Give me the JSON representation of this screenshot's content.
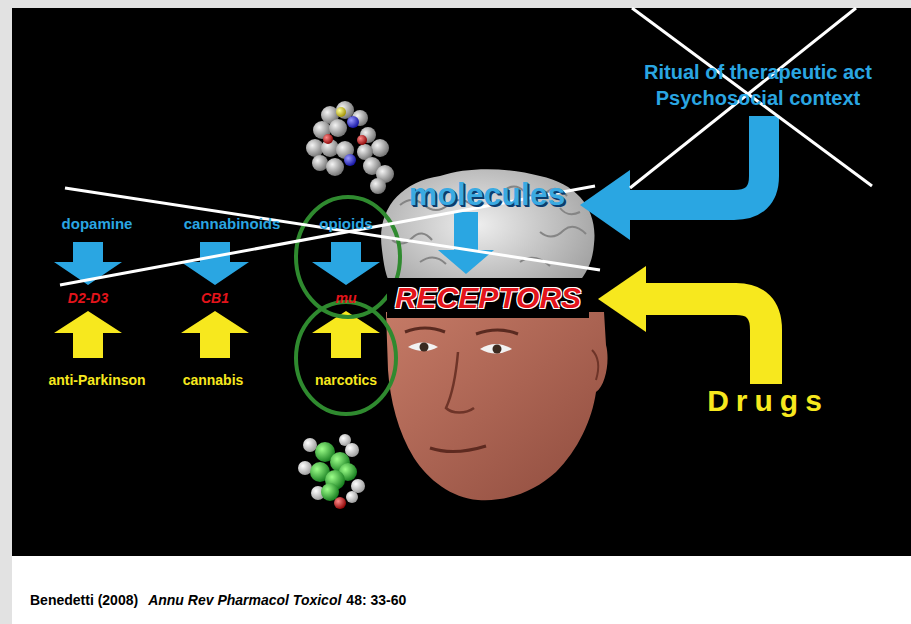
{
  "diagram": {
    "labels": [
      "Ritual of therapeutic act",
      "Psychosocial context",
      "molecules",
      "dopamine",
      "cannabinoids",
      "opioids",
      "D2-D3",
      "CB1",
      "mu",
      "RECEPTORS",
      "anti-Parkinson",
      "cannabis",
      "narcotics",
      "Drugs",
      "Benedetti (2008)",
      "Annu Rev Pharmacol Toxicol",
      "48: 33-60"
    ]
  }
}
